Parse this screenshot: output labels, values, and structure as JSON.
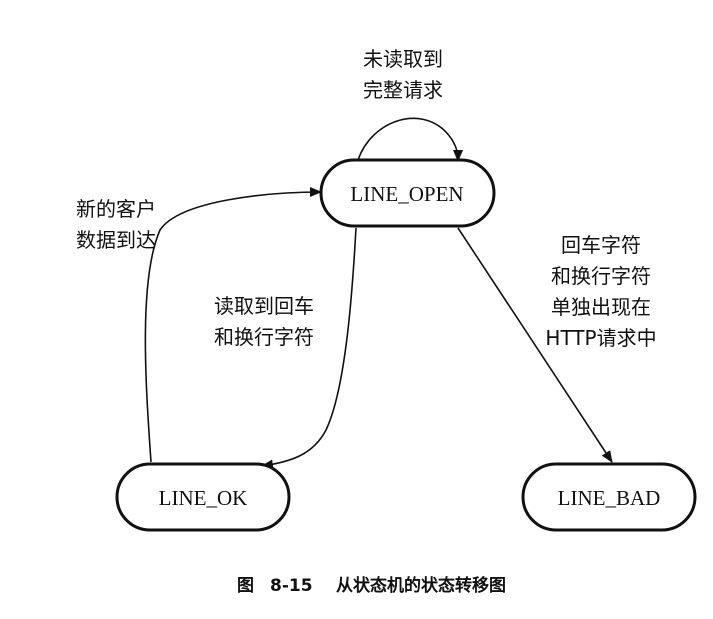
{
  "states": {
    "line_open": "LINE_OPEN",
    "line_ok": "LINE_OK",
    "line_bad": "LINE_BAD"
  },
  "edges": {
    "self_loop": [
      "未读取到",
      "完整请求"
    ],
    "ok_to_open": [
      "新的客户",
      "数据到达"
    ],
    "open_to_ok": [
      "读取到回车",
      "和换行字符"
    ],
    "open_to_bad": [
      "回车字符",
      "和换行字符",
      "单独出现在",
      "HTTP请求中"
    ]
  },
  "caption": {
    "figure": "图",
    "number": "8-15",
    "title": "从状态机的状态转移图"
  }
}
